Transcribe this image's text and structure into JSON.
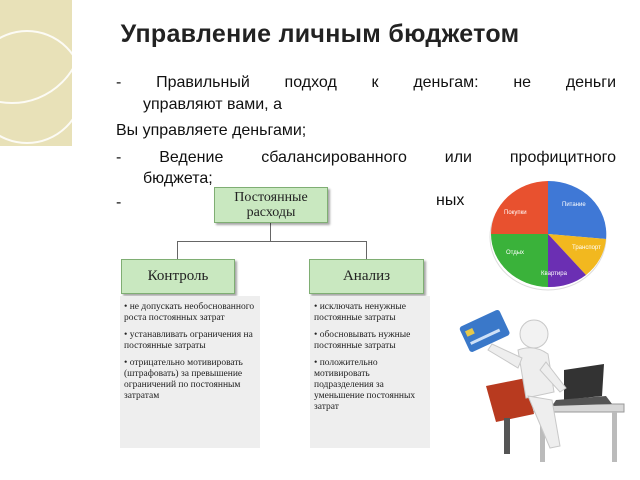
{
  "title": "Управление личным бюджетом",
  "bullets": {
    "b1_line1": "- Правильный подход к деньгам: не деньги",
    "b1_line2": "управляют вами, а",
    "b2": "Вы управляете деньгами;",
    "b3_line1": "- Ведение сбалансированного или профицитного",
    "b3_line2": "бюджета;",
    "b4_dash": "-",
    "b4_fragment": "ных"
  },
  "diagram": {
    "top_box_line1": "Постоянные",
    "top_box_line2": "расходы",
    "left_box": "Контроль",
    "right_box": "Анализ",
    "left_items": [
      "• не допускать необоснованного роста постоянных затрат",
      "• устанавливать ограничения на постоянные затраты",
      "• отрицательно мотивировать (штрафовать) за превышение ограничений по постоянным затратам"
    ],
    "right_items": [
      "• исключать ненужные постоянные затраты",
      "• обосновывать нужные постоянные затраты",
      "• положительно мотивировать подразделения за уменьшение постоянных затрат"
    ]
  },
  "pie": {
    "labels": [
      "Питание",
      "Транспорт",
      "Квартира",
      "Отдых",
      "Покупки"
    ],
    "colors": [
      "#3f78d6",
      "#f2b81f",
      "#6b2fb3",
      "#3ab23a",
      "#e8512f"
    ]
  }
}
